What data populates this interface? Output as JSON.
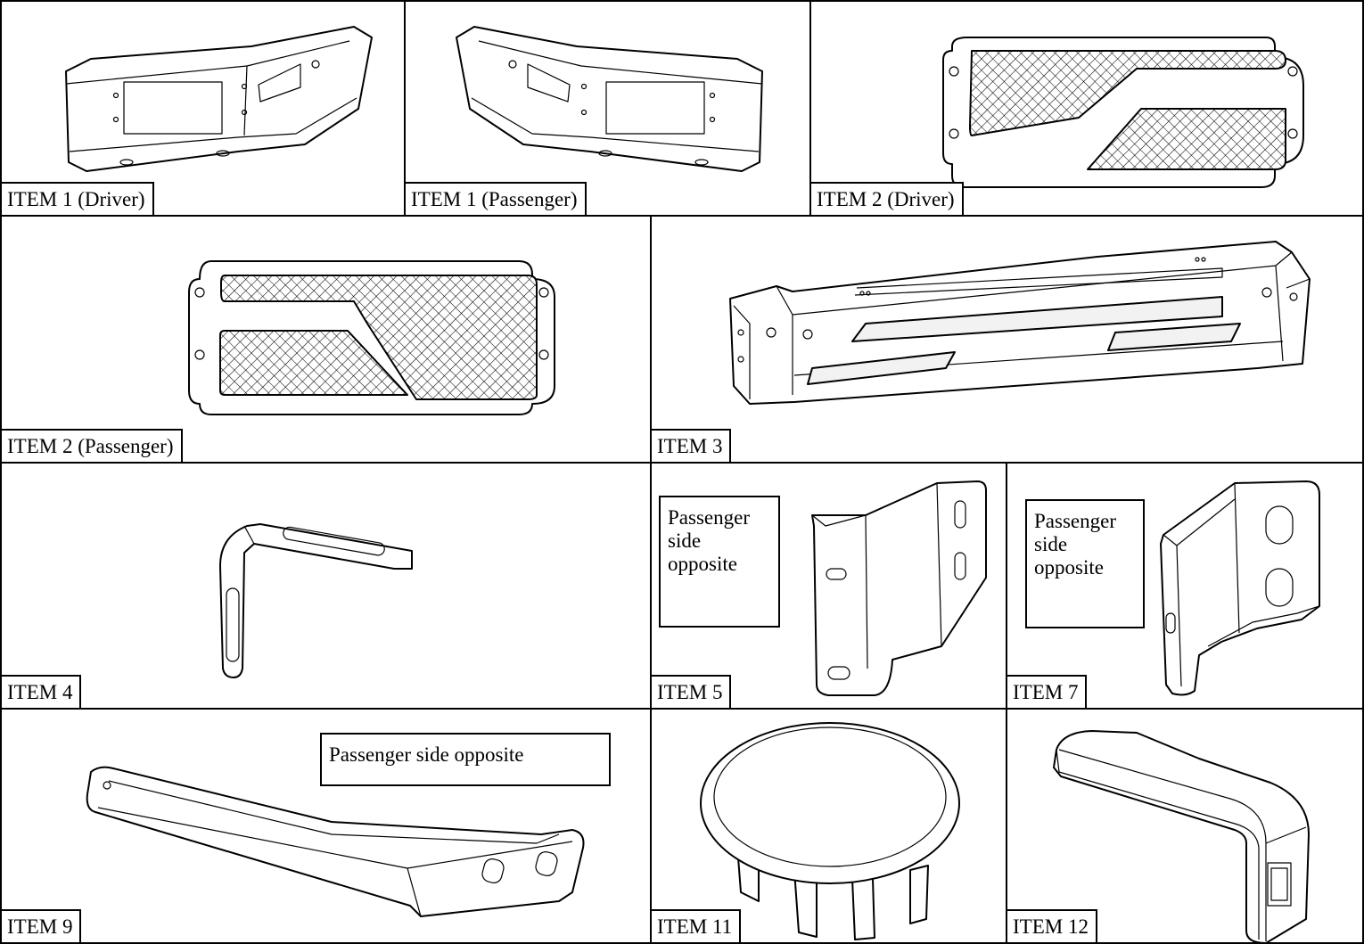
{
  "items": {
    "item1_driver": {
      "label": "ITEM 1 (Driver)"
    },
    "item1_passenger": {
      "label": "ITEM 1 (Passenger)"
    },
    "item2_driver": {
      "label": "ITEM 2 (Driver)"
    },
    "item2_passenger": {
      "label": "ITEM 2 (Passenger)"
    },
    "item3": {
      "label": "ITEM 3"
    },
    "item4": {
      "label": "ITEM 4"
    },
    "item5": {
      "label": "ITEM 5",
      "note": [
        "Passenger",
        "side",
        "opposite"
      ]
    },
    "item7": {
      "label": "ITEM 7",
      "note": [
        "Passenger",
        "side",
        "opposite"
      ]
    },
    "item9": {
      "label": "ITEM 9",
      "note": "Passenger side opposite"
    },
    "item11": {
      "label": "ITEM 11"
    },
    "item12": {
      "label": "ITEM 12"
    }
  },
  "colors": {
    "line": "#000000",
    "background": "#ffffff",
    "mesh_fill": "#cfcfcf"
  }
}
